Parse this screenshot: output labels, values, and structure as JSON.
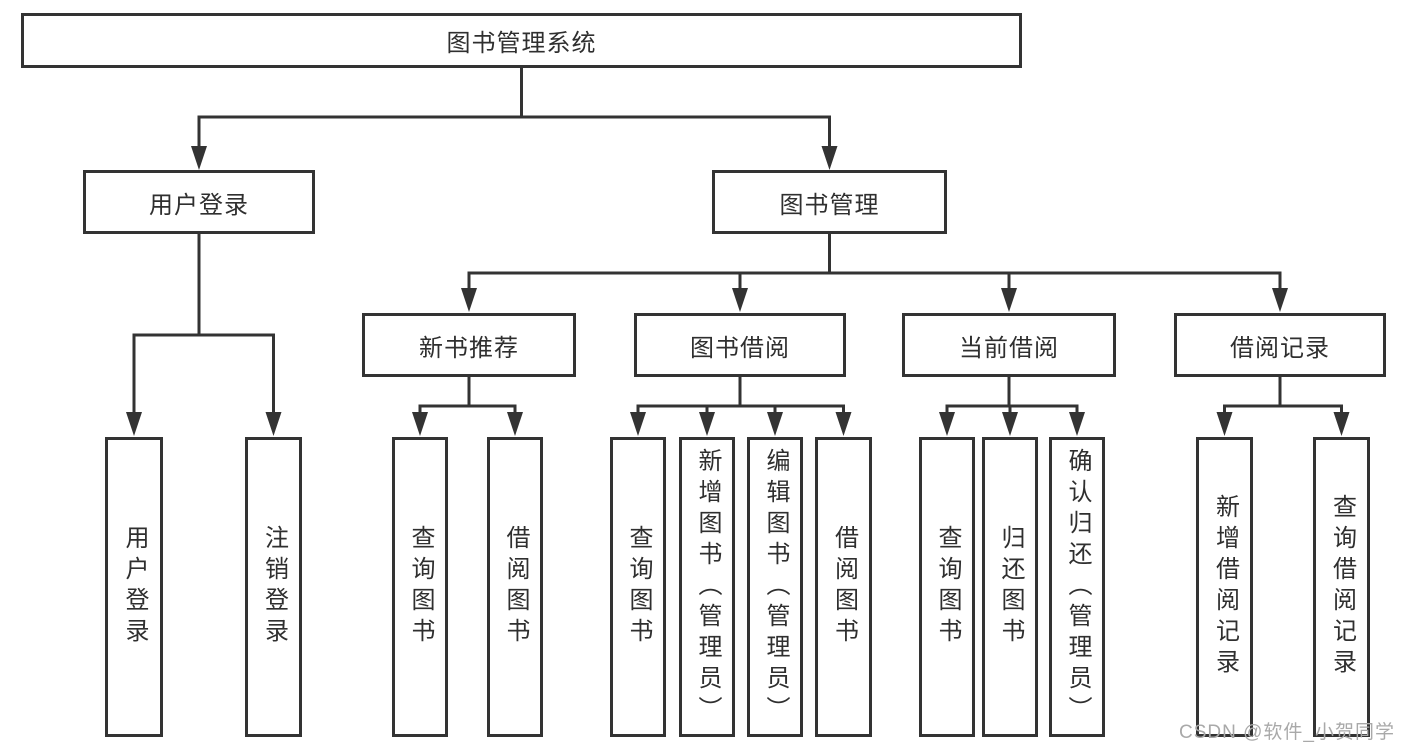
{
  "diagram": {
    "root": {
      "label": "图书管理系统"
    },
    "level1": [
      {
        "label": "用户登录"
      },
      {
        "label": "图书管理"
      }
    ],
    "level2": [
      {
        "label": "新书推荐"
      },
      {
        "label": "图书借阅"
      },
      {
        "label": "当前借阅"
      },
      {
        "label": "借阅记录"
      }
    ],
    "leaves": [
      {
        "label": "用户登录",
        "parent": "用户登录"
      },
      {
        "label": "注销登录",
        "parent": "用户登录"
      },
      {
        "label": "查询图书",
        "parent": "新书推荐"
      },
      {
        "label": "借阅图书",
        "parent": "新书推荐"
      },
      {
        "label": "查询图书",
        "parent": "图书借阅"
      },
      {
        "label": "新增图书（管理员）",
        "parent": "图书借阅"
      },
      {
        "label": "编辑图书（管理员）",
        "parent": "图书借阅"
      },
      {
        "label": "借阅图书",
        "parent": "图书借阅"
      },
      {
        "label": "查询图书",
        "parent": "当前借阅"
      },
      {
        "label": "归还图书",
        "parent": "当前借阅"
      },
      {
        "label": "确认归还（管理员）",
        "parent": "当前借阅"
      },
      {
        "label": "新增借阅记录",
        "parent": "借阅记录"
      },
      {
        "label": "查询借阅记录",
        "parent": "借阅记录"
      }
    ],
    "watermark": "CSDN @软件_小贺同学",
    "colors": {
      "line": "#333333",
      "text": "#2f2f2f",
      "background": "#ffffff",
      "watermark": "#a9a9a9"
    }
  }
}
